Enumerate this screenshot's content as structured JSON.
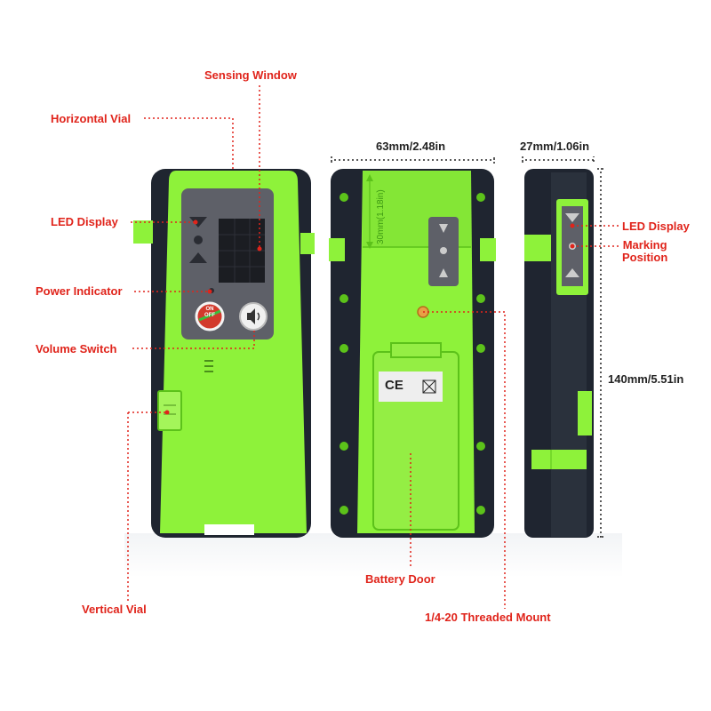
{
  "colors": {
    "body_green": "#8ef23a",
    "body_green_dark": "#5cc21a",
    "shell_dark": "#1f2530",
    "panel_gray": "#5e6068",
    "label_red": "#e0241b",
    "dimension_dark": "#222222"
  },
  "labels": {
    "sensing_window": "Sensing Window",
    "horizontal_vial": "Horizontal Vial",
    "led_display_front": "LED Display",
    "power_indicator": "Power Indicator",
    "volume_switch": "Volume Switch",
    "vertical_vial": "Vertical Vial",
    "battery_door": "Battery Door",
    "threaded_mount": "1/4-20 Threaded Mount",
    "led_display_side": "LED Display",
    "marking_position": "Marking\nPosition"
  },
  "dimensions": {
    "width": "63mm/2.48in",
    "depth": "27mm/1.06in",
    "height": "140mm/5.51in",
    "back_scale": "30mm(1.18in)"
  },
  "device": {
    "on_off_top": "ON",
    "on_off_bottom": "OFF",
    "ce_mark": "CE"
  },
  "icons": [
    "speaker-icon",
    "power-icon",
    "arrow-up-icon",
    "arrow-down-icon",
    "weee-bin-icon"
  ]
}
